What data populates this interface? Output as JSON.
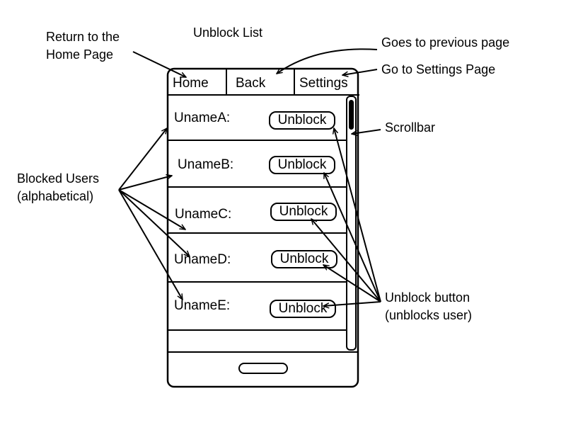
{
  "screen": {
    "title": "Unblock List",
    "nav": {
      "home": "Home",
      "back": "Back",
      "settings": "Settings"
    },
    "users": [
      {
        "name": "UnameA:",
        "button": "Unblock"
      },
      {
        "name": "UnameB:",
        "button": "Unblock"
      },
      {
        "name": "UnameC:",
        "button": "Unblock"
      },
      {
        "name": "UnameD:",
        "button": "Unblock"
      },
      {
        "name": "UnameE:",
        "button": "Unblock"
      }
    ]
  },
  "annotations": {
    "home_note_line1": "Return to the",
    "home_note_line2": "Home Page",
    "back_note": "Goes to previous page",
    "settings_note": "Go to Settings Page",
    "scrollbar_note": "Scrollbar",
    "blocked_note_line1": "Blocked Users",
    "blocked_note_line2": "(alphabetical)",
    "unblock_note_line1": "Unblock button",
    "unblock_note_line2": "(unblocks user)"
  }
}
